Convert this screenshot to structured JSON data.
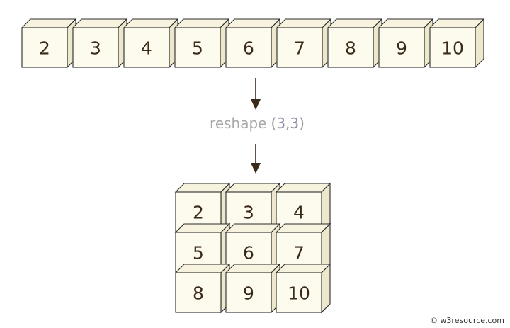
{
  "input_array": {
    "values": [
      "2",
      "3",
      "4",
      "5",
      "6",
      "7",
      "8",
      "9",
      "10"
    ]
  },
  "operation": {
    "name": "reshape",
    "open_paren": "(",
    "rows": "3",
    "comma": ",",
    "cols": "3",
    "close_paren": ")"
  },
  "output_array": {
    "rows": [
      [
        "2",
        "3",
        "4"
      ],
      [
        "5",
        "6",
        "7"
      ],
      [
        "8",
        "9",
        "10"
      ]
    ]
  },
  "credit": {
    "text": "© w3resource.com"
  },
  "colors": {
    "cube_front": "#fdfbee",
    "cube_top": "#f7f3df",
    "cube_side": "#ede7cc",
    "cube_edge": "#2b2b2b",
    "label_text": "#3a2a1a",
    "operation_text": "#a9a9a9",
    "arrow": "#3a2a1a"
  }
}
